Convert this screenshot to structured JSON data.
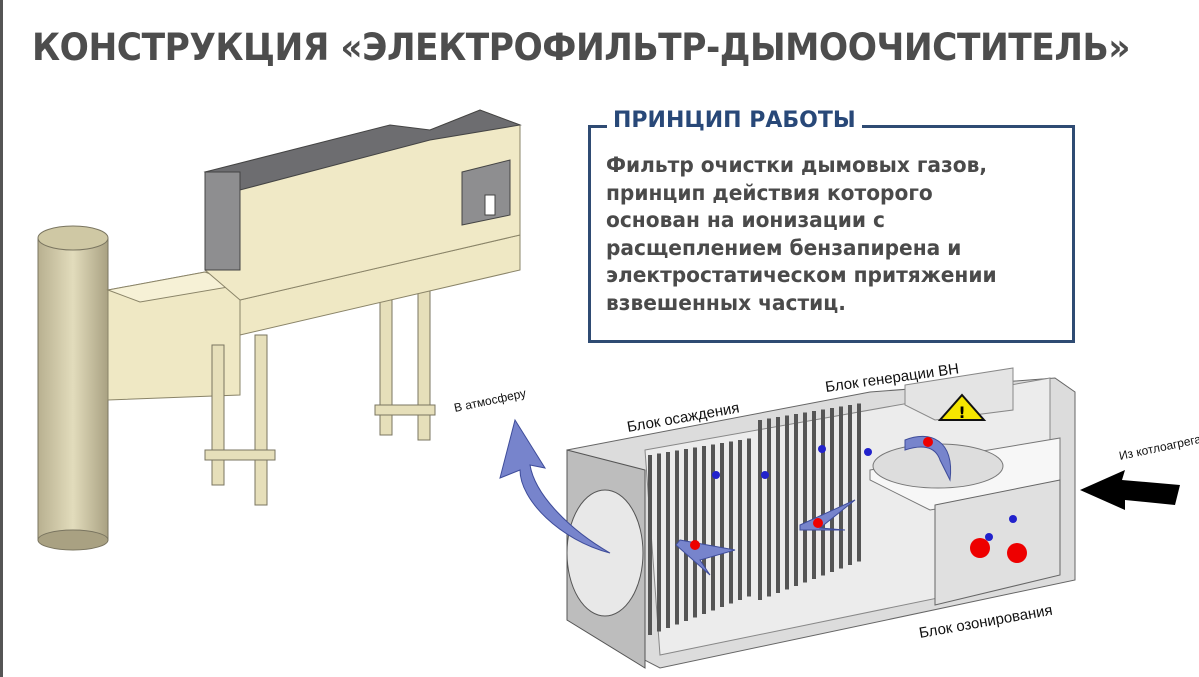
{
  "title": "КОНСТРУКЦИЯ «ЭЛЕКТРОФИЛЬТР-ДЫМООЧИСТИТЕЛЬ»",
  "principle": {
    "heading": "ПРИНЦИП РАБОТЫ",
    "lines": [
      "Фильтр очистки дымовых газов,",
      "принцип действия которого",
      "основан на ионизации с",
      "расщеплением бензапирена и",
      "электростатическом притяжении",
      "взвешенных частиц."
    ]
  },
  "diagram": {
    "to_atmosphere": "В атмосферу",
    "from_boiler": "Из котлоагрегата",
    "deposition_block": "Блок осаждения",
    "hv_block": "Блок генерации ВН",
    "ozonation_block": "Блок озонирования",
    "warning_symbol": "!"
  },
  "colors": {
    "accent": "#2f4b73",
    "equipment": "#efe8c4",
    "flow": "#6f7fc8"
  }
}
